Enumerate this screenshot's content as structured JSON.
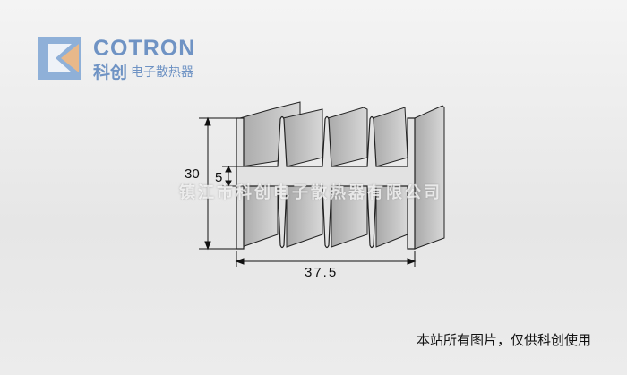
{
  "logo": {
    "brand": "COTRON",
    "brand_cn": "科创",
    "subtitle": "电子散热器",
    "colors": {
      "blue": "#6f93c4",
      "orange": "#e8b88a"
    }
  },
  "drawing": {
    "height_label": "30",
    "base_label": "5",
    "width_label": "37.5"
  },
  "watermark": "镇江市科创电子散热器有限公司",
  "notice": "本站所有图片，仅供科创使用"
}
